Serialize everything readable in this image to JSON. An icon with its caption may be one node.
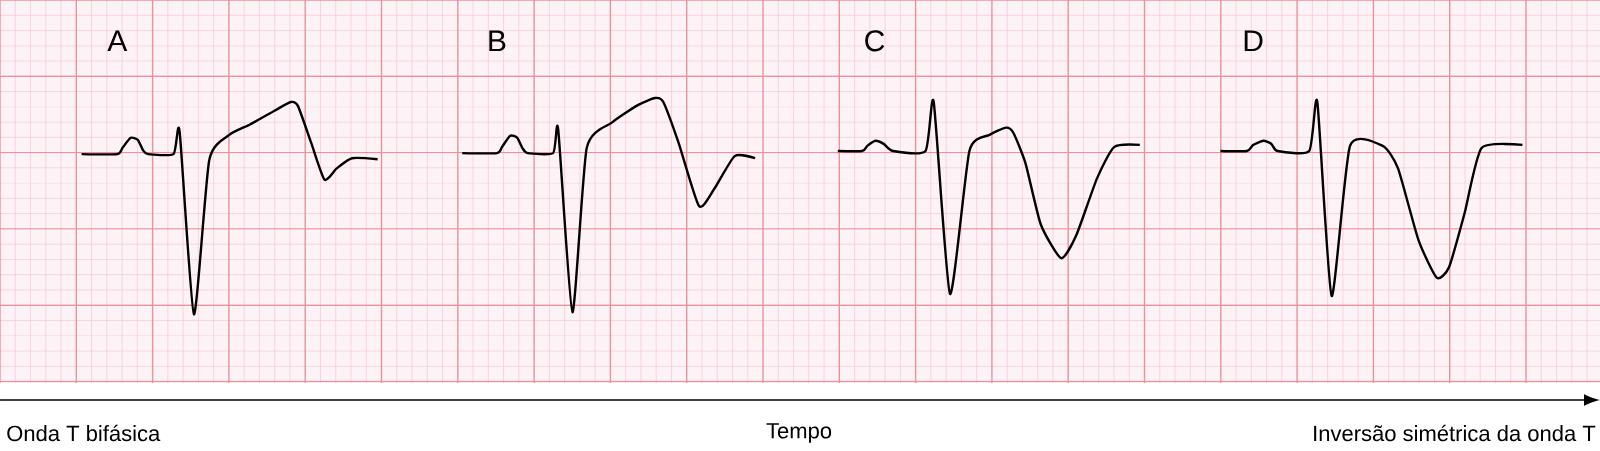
{
  "diagram": {
    "labels": [
      "A",
      "B",
      "C",
      "D",
      "Onda T bifásica",
      "Tempo",
      "Inversão simétrica da onda T"
    ]
  }
}
